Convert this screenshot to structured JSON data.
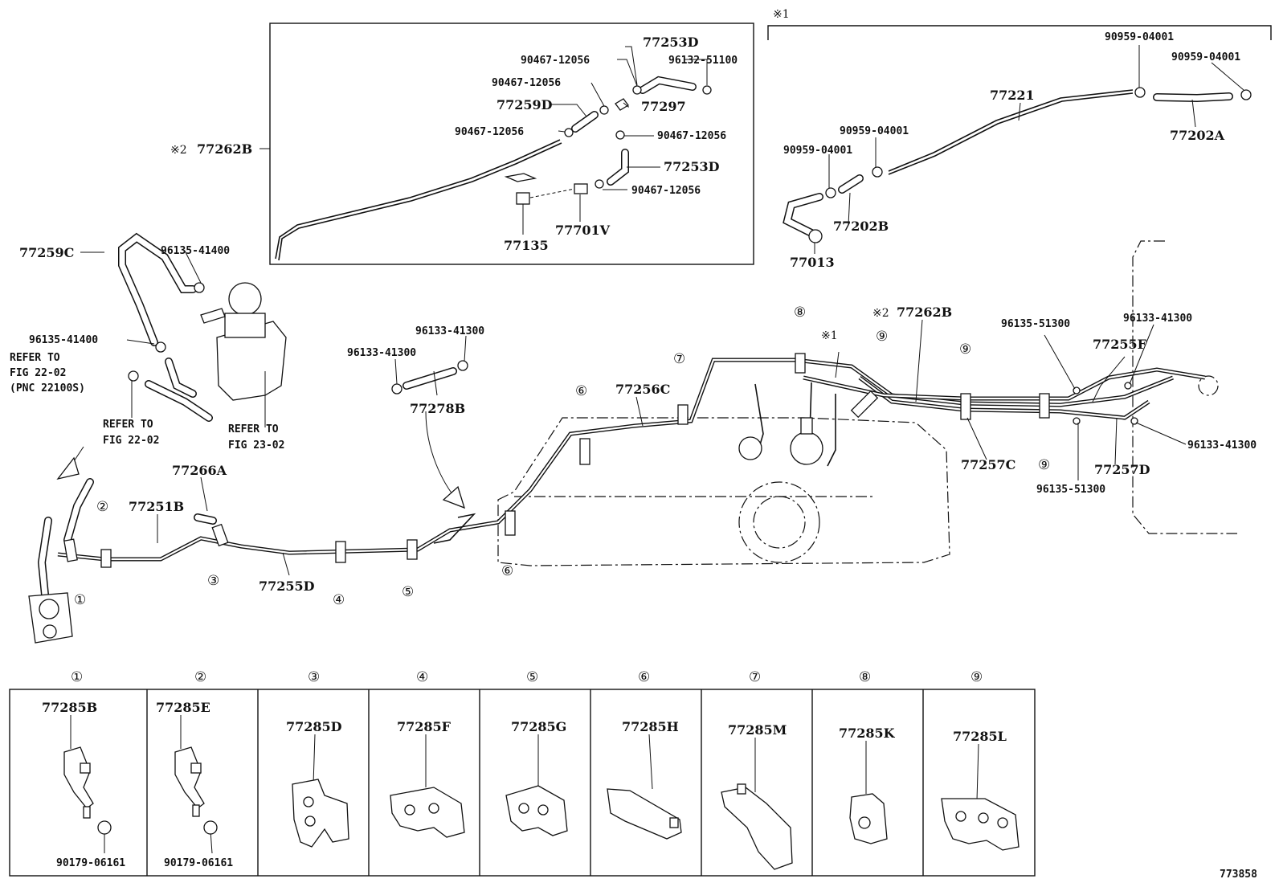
{
  "figure_id": "773858",
  "markers": {
    "note1": "※1",
    "note2": "※2"
  },
  "top_left_box": {
    "labels": {
      "p77253D_a": "77253D",
      "p90467_a": "90467-12056",
      "p96132": "96132-51100",
      "p90467_b": "90467-12056",
      "p77259D": "77259D",
      "p77297": "77297",
      "p90467_c": "90467-12056",
      "p90467_d": "90467-12056",
      "p77262B": "77262B",
      "p77253D_b": "77253D",
      "p90467_e": "90467-12056",
      "p77701V": "77701V",
      "p77135": "77135"
    }
  },
  "top_right_box": {
    "labels": {
      "p90959_a": "90959-04001",
      "p90959_b": "90959-04001",
      "p77221": "77221",
      "p77202A": "77202A",
      "p90959_c": "90959-04001",
      "p90959_d": "90959-04001",
      "p77202B": "77202B",
      "p77013": "77013"
    }
  },
  "main": {
    "labels": {
      "p77259C": "77259C",
      "p96135_41400_a": "96135-41400",
      "p96135_41400_b": "96135-41400",
      "p96133_41300_a": "96133-41300",
      "p96133_41300_b": "96133-41300",
      "p77278B": "77278B",
      "p77266A": "77266A",
      "p77251B": "77251B",
      "p77255D": "77255D",
      "p77256C": "77256C",
      "p77262B": "77262B",
      "p96135_51300_a": "96135-51300",
      "p96133_41300_c": "96133-41300",
      "p77255F": "77255F",
      "p96133_41300_d": "96133-41300",
      "p77257C": "77257C",
      "p77257D": "77257D",
      "p96135_51300_b": "96135-51300"
    },
    "refer_1": [
      "REFER TO",
      "FIG 22-02",
      "(PNC 22100S)"
    ],
    "refer_2": [
      "REFER TO",
      "FIG 22-02"
    ],
    "refer_3": [
      "REFER TO",
      "FIG 23-02"
    ],
    "clamp_refs": [
      "①",
      "②",
      "③",
      "④",
      "⑤",
      "⑥",
      "⑦",
      "⑧",
      "⑨"
    ]
  },
  "clamp_table": [
    {
      "num": "①",
      "part": "77285B",
      "nut": "90179-06161"
    },
    {
      "num": "②",
      "part": "77285E",
      "nut": "90179-06161"
    },
    {
      "num": "③",
      "part": "77285D"
    },
    {
      "num": "④",
      "part": "77285F"
    },
    {
      "num": "⑤",
      "part": "77285G"
    },
    {
      "num": "⑥",
      "part": "77285H"
    },
    {
      "num": "⑦",
      "part": "77285M"
    },
    {
      "num": "⑧",
      "part": "77285K"
    },
    {
      "num": "⑨",
      "part": "77285L"
    }
  ]
}
